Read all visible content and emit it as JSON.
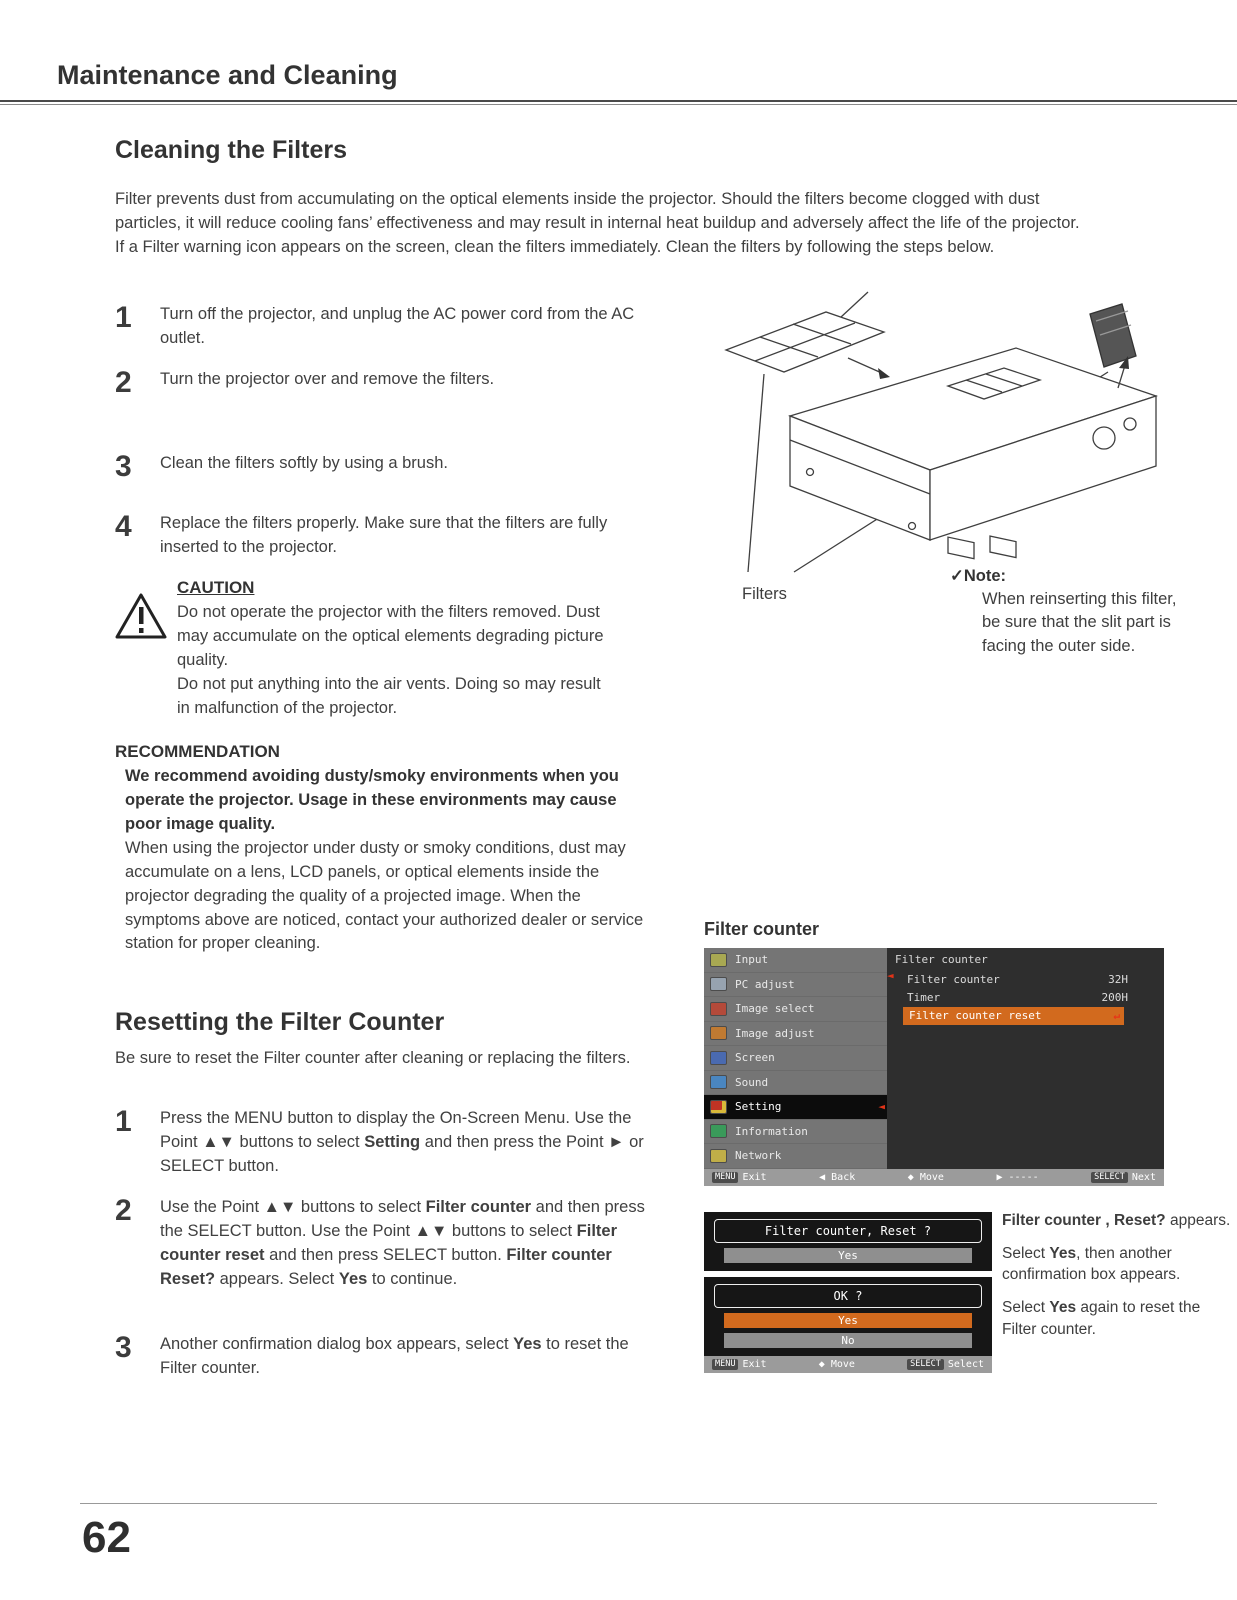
{
  "header": {
    "title": "Maintenance and Cleaning",
    "page_number": "62"
  },
  "cleaning": {
    "title": "Cleaning the Filters",
    "intro": "Filter prevents dust from accumulating on the optical elements inside the projector. Should the filters become clogged with dust particles, it will reduce cooling fans’ effectiveness and may result in internal heat buildup and adversely affect the life of the projector. If a Filter warning icon appears on the screen, clean the filters immediately. Clean the filters by following the steps below.",
    "steps": [
      {
        "num": "1",
        "text": "Turn off the projector, and unplug the AC power cord from the AC outlet."
      },
      {
        "num": "2",
        "text": "Turn the projector over and remove the filters."
      },
      {
        "num": "3",
        "text": "Clean the filters softly by using a brush."
      },
      {
        "num": "4",
        "text": "Replace the filters properly.  Make sure that the filters are fully inserted to the projector."
      }
    ],
    "caution": {
      "title": "CAUTION",
      "para1": "Do not operate the projector with the filters removed. Dust may accumulate on the optical elements degrading picture quality.",
      "para2": "Do not put anything into the air vents. Doing so may result in malfunction of the projector."
    },
    "recommendation": {
      "title": "RECOMMENDATION",
      "bold": "We recommend avoiding dusty/smoky environments when you operate the projector. Usage in these environments may cause poor image quality.",
      "text": "When using the projector under dusty or smoky conditions, dust may accumulate on a lens, LCD panels, or optical elements inside the projector degrading the quality of a projected image. When the symptoms above are noticed, contact your authorized dealer or service station for proper cleaning."
    }
  },
  "figure": {
    "filters_label": "Filters",
    "note_check": "✓",
    "note_title": "Note:",
    "note_text": "When reinserting this filter, be sure that the slit part is facing the outer side."
  },
  "resetting": {
    "title": "Resetting the Filter Counter",
    "intro": "Be sure to reset the Filter counter after cleaning or replacing the filters.",
    "steps": [
      {
        "num": "1",
        "segs": [
          "Press the MENU button to display the On-Screen Menu. Use the Point ▲▼ buttons to select ",
          "Setting",
          " and then press the Point ► or SELECT  button."
        ]
      },
      {
        "num": "2",
        "segs": [
          "Use the Point ▲▼ buttons to select ",
          "Filter counter",
          " and then press the SELECT button. Use the Point ▲▼ buttons to select ",
          "Filter counter reset",
          " and then press SELECT button. ",
          "Filter counter Reset?",
          "  appears. Select ",
          "Yes",
          " to continue."
        ]
      },
      {
        "num": "3",
        "segs": [
          "Another confirmation dialog box appears, select ",
          "Yes",
          " to reset the Filter counter."
        ]
      }
    ]
  },
  "osd": {
    "caption": "Filter counter",
    "sidebar": [
      {
        "label": "Input",
        "icon": "input-icon"
      },
      {
        "label": "PC adjust",
        "icon": "pc-adjust-icon"
      },
      {
        "label": "Image select",
        "icon": "image-select-icon"
      },
      {
        "label": "Image adjust",
        "icon": "image-adjust-icon"
      },
      {
        "label": "Screen",
        "icon": "screen-icon"
      },
      {
        "label": "Sound",
        "icon": "sound-icon"
      },
      {
        "label": "Setting",
        "icon": "setting-icon"
      },
      {
        "label": "Information",
        "icon": "information-icon"
      },
      {
        "label": "Network",
        "icon": "network-icon"
      }
    ],
    "panel": {
      "title": "Filter counter",
      "rows": [
        {
          "label": "Filter counter",
          "value": "32H"
        },
        {
          "label": "Timer",
          "value": "200H"
        },
        {
          "label": "Filter counter reset",
          "value": ""
        }
      ]
    },
    "statusbar": {
      "menu_badge": "MENU",
      "exit": "Exit",
      "back": "◀ Back",
      "move": "◆ Move",
      "dashes": "▶ -----",
      "select_badge": "SELECT",
      "next": "Next"
    },
    "colors": {
      "highlight": "#d26a1e",
      "pointer": "#e03318"
    }
  },
  "dialog": {
    "title": "Filter counter, Reset ?",
    "yes_top": "Yes",
    "ok_title": "OK ?",
    "yes": "Yes",
    "no": "No",
    "statusbar": {
      "menu_badge": "MENU",
      "exit": "Exit",
      "move": "◆ Move",
      "select_badge": "SELECT",
      "select": "Select"
    }
  },
  "dialog_note": {
    "l1_bold": "Filter counter , Reset?",
    "l1_rest": " appears.",
    "l2_pre": "Select ",
    "l2_bold": "Yes",
    "l2_rest": ", then another confirmation box appears.",
    "l3_pre": "Select ",
    "l3_bold": "Yes",
    "l3_rest": " again to reset the Filter counter."
  }
}
